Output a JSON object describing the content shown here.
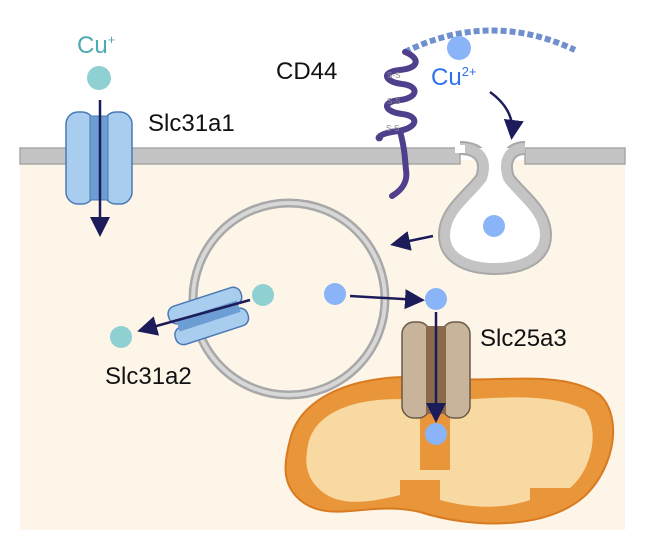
{
  "labels": {
    "cu_plus": "Cu",
    "cu_plus_sup": "+",
    "cu_2plus": "Cu",
    "cu_2plus_sup": "2+",
    "cd44": "CD44",
    "slc31a1": "Slc31a1",
    "slc31a2": "Slc31a2",
    "slc25a3": "Slc25a3",
    "disulfide": "S-S"
  },
  "colors": {
    "cytoplasm": "#fdf5e8",
    "membrane": "#c4c4c4",
    "cu_plus_ion": "#8fd0d2",
    "cu_2plus_ion": "#8ab4f8",
    "cu_plus_text": "#4fa9b3",
    "cu_2plus_text": "#2f72ea",
    "arrow": "#1c1c5a",
    "cd44": "#4f3f8c",
    "mitochondria_outer": "#e9953a",
    "mitochondria_inner": "#f9d9a2",
    "transporter_blue": "#a9cdef",
    "transporter_brown": "#c8b49a"
  }
}
